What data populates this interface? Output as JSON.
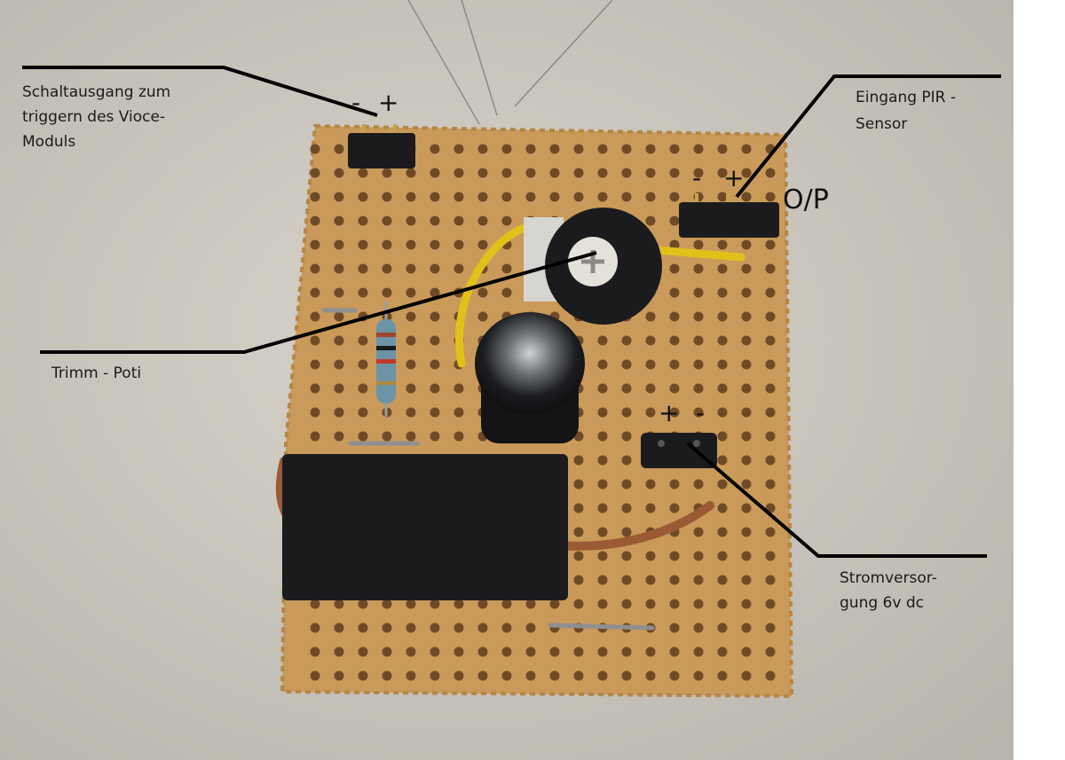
{
  "labels": {
    "switch_output": {
      "line1": "Schaltausgang zum",
      "line2": "triggern des Vioce-",
      "line3": "Moduls"
    },
    "pir_input": {
      "line1": "Eingang PIR -",
      "line2": "Sensor"
    },
    "trimmer": {
      "line1": "Trimm - Poti"
    },
    "power": {
      "line1": "Stromversor-",
      "line2": "gung 6v dc"
    }
  },
  "pin_marks": {
    "switch_minus": "-",
    "switch_plus": "+",
    "pir_minus": "-",
    "pir_plus": "+",
    "pir_out": "O/P",
    "power_plus": "+",
    "power_minus": "-"
  },
  "colors": {
    "background": "#cfcbc2",
    "board": "#c99a5a",
    "hole": "#6e4a26",
    "component_black": "#1b1b1d",
    "wire_yellow": "#e2c01a",
    "wire_brown": "#9a5a34",
    "annotation_line": "#000000"
  }
}
